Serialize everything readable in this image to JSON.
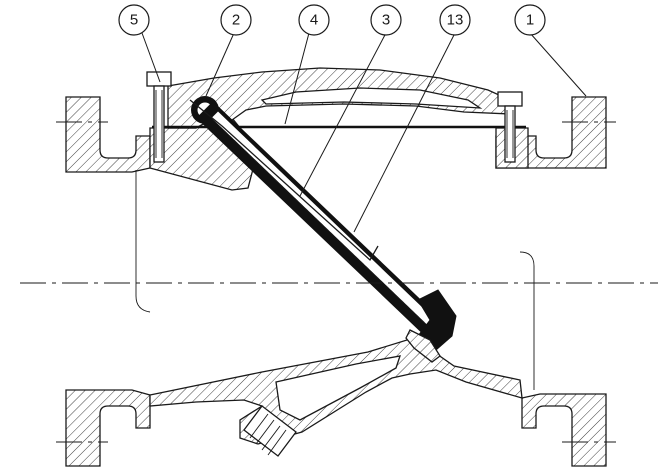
{
  "callouts": [
    {
      "label": "5"
    },
    {
      "label": "2"
    },
    {
      "label": "4"
    },
    {
      "label": "3"
    },
    {
      "label": "13"
    },
    {
      "label": "1"
    }
  ]
}
